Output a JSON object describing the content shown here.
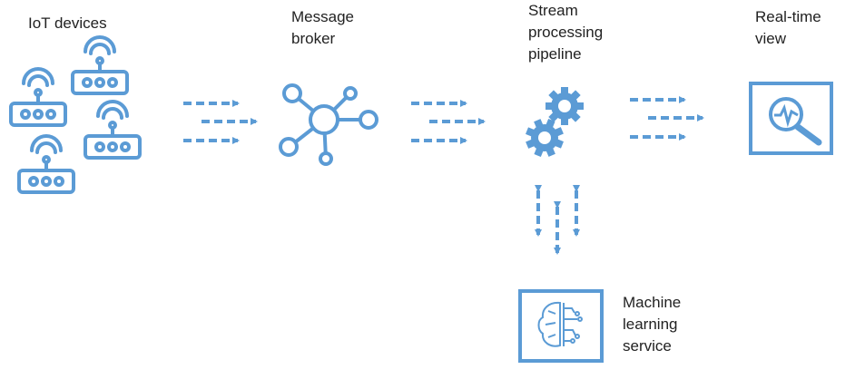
{
  "nodes": {
    "iot": {
      "label": "IoT devices"
    },
    "broker": {
      "label": "Message\nbroker"
    },
    "pipeline": {
      "label": "Stream\nprocessing\npipeline"
    },
    "view": {
      "label": "Real-time\nview"
    },
    "ml": {
      "label": "Machine\nlearning\nservice"
    }
  },
  "icons": {
    "iot": "router-wifi-icon",
    "broker": "hub-network-icon",
    "pipeline": "gears-icon",
    "view": "monitor-magnifier-icon",
    "ml": "brain-circuit-icon"
  },
  "colors": {
    "accent": "#5b9bd5",
    "text": "#222222"
  }
}
